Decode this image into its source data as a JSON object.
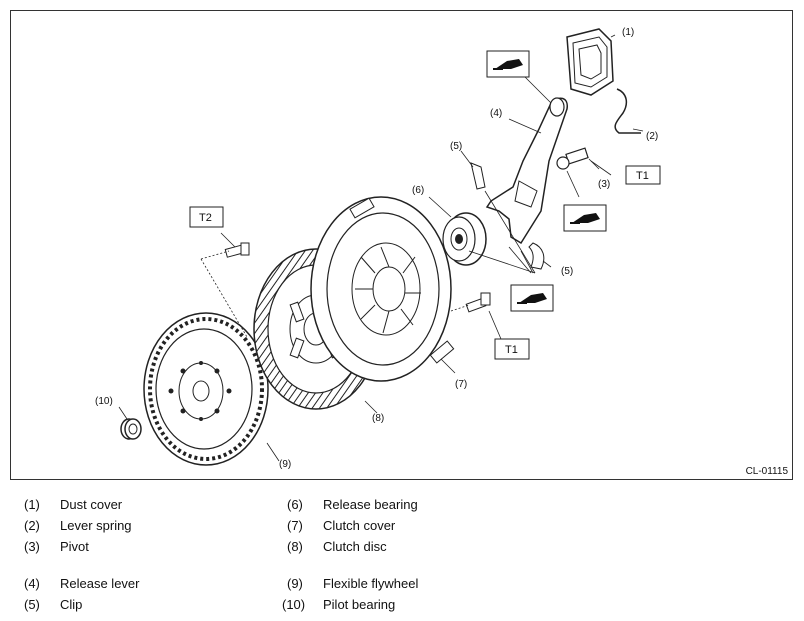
{
  "figure": {
    "code": "CL-01115",
    "callouts": [
      "(1)",
      "(2)",
      "(3)",
      "(4)",
      "(5)",
      "(5)",
      "(6)",
      "(7)",
      "(8)",
      "(9)",
      "(10)"
    ],
    "torque_labels": [
      "T1",
      "T1",
      "T2"
    ],
    "icons": [
      "grease-gun-icon",
      "grease-gun-icon",
      "grease-gun-icon"
    ]
  },
  "legend": [
    {
      "num": "(1)",
      "text": "Dust cover"
    },
    {
      "num": "(2)",
      "text": "Lever spring"
    },
    {
      "num": "(3)",
      "text": "Pivot"
    },
    {
      "num": "(4)",
      "text": "Release lever"
    },
    {
      "num": "(5)",
      "text": "Clip"
    },
    {
      "num": "(6)",
      "text": "Release bearing"
    },
    {
      "num": "(7)",
      "text": "Clutch cover"
    },
    {
      "num": "(8)",
      "text": "Clutch disc"
    },
    {
      "num": "(9)",
      "text": "Flexible flywheel"
    },
    {
      "num": "(10)",
      "text": "Pilot bearing"
    }
  ]
}
